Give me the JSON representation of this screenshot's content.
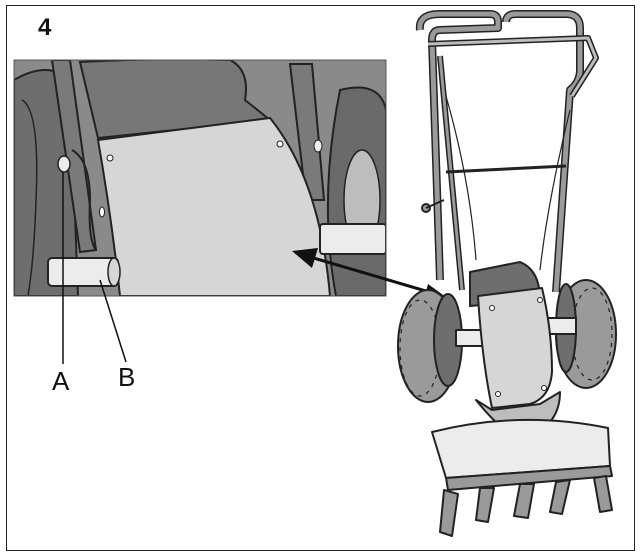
{
  "figure": {
    "number": "4",
    "callouts": {
      "a": "A",
      "b": "B"
    }
  },
  "colors": {
    "outline": "#222222",
    "dark_fill": "#6e6e6e",
    "mid_fill": "#9a9a9a",
    "light_fill": "#d6d6d6",
    "pale_fill": "#ececec"
  }
}
